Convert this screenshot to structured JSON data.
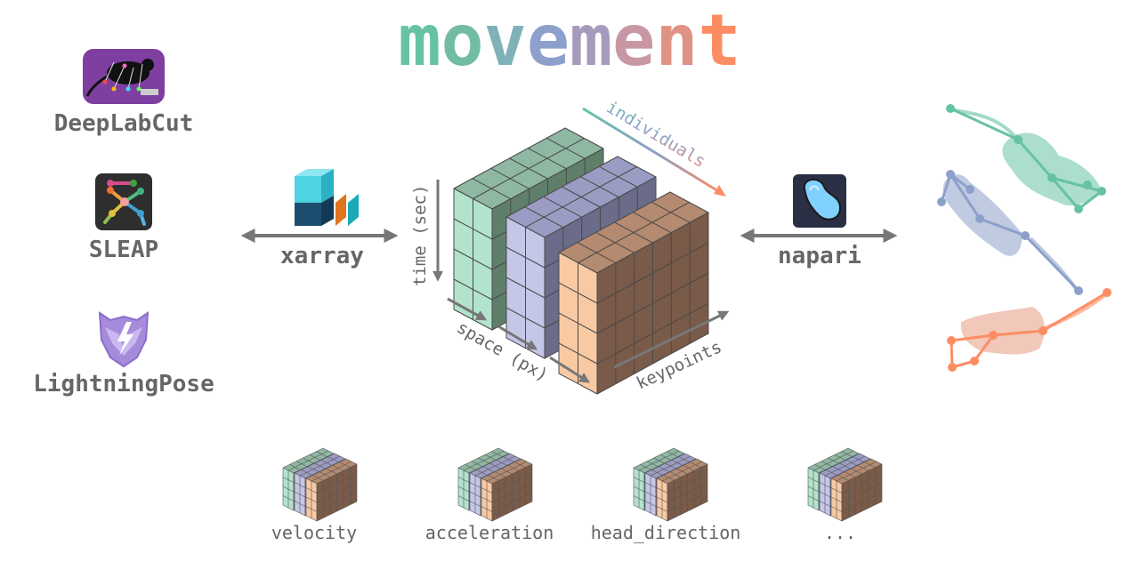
{
  "title": {
    "letters": [
      "m",
      "o",
      "v",
      "e",
      "m",
      "e",
      "n",
      "t"
    ],
    "letter_colors": [
      "#66c2a5",
      "#72bca3",
      "#7fb2b8",
      "#8da0cb",
      "#a69bbd",
      "#c996a4",
      "#df9384",
      "#fc8d62"
    ]
  },
  "sources": [
    {
      "label": "DeepLabCut",
      "icon": "mouse-icon"
    },
    {
      "label": "SLEAP",
      "icon": "skeleton-graph-icon"
    },
    {
      "label": "LightningPose",
      "icon": "lightning-wolf-icon"
    }
  ],
  "converters": {
    "left": {
      "label": "xarray",
      "icon": "xarray-cube-icon"
    },
    "right": {
      "label": "napari",
      "icon": "napari-blob-icon"
    }
  },
  "cube_axes": {
    "time": "time (sec)",
    "space": "space (px)",
    "keypoints": "keypoints",
    "individuals": "individuals"
  },
  "derived": [
    {
      "label": "velocity"
    },
    {
      "label": "acceleration"
    },
    {
      "label": "head_direction"
    },
    {
      "label": "..."
    }
  ],
  "colors": {
    "green": "#66c2a5",
    "purple": "#8da0cb",
    "orange": "#fc8d62",
    "text": "#666666",
    "arrow": "#777777"
  }
}
